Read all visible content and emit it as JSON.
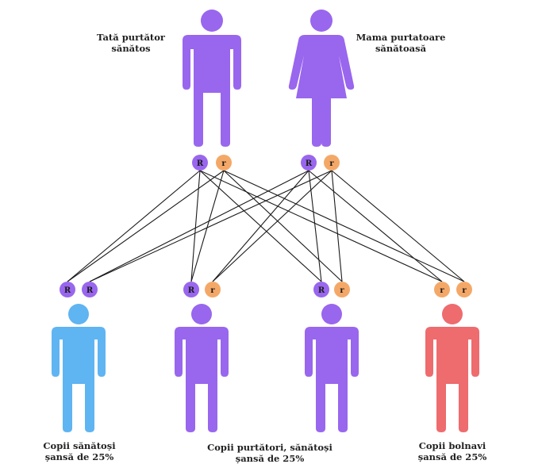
{
  "colors": {
    "carrier": "#9966EE",
    "recessive": "#F4A868",
    "healthy": "#5FB4F2",
    "sick": "#EE6B6E",
    "line": "#1a1a1a"
  },
  "parents": {
    "father": {
      "label_line1": "Tată purtător",
      "label_line2": "sănătos",
      "alleles": [
        "R",
        "r"
      ],
      "icon": "male-figure-icon"
    },
    "mother": {
      "label_line1": "Mama purtatoare",
      "label_line2": "sănătoasă",
      "alleles": [
        "R",
        "r"
      ],
      "icon": "female-figure-icon"
    }
  },
  "children": [
    {
      "alleles": [
        "R",
        "R"
      ],
      "status": "healthy"
    },
    {
      "alleles": [
        "R",
        "r"
      ],
      "status": "carrier"
    },
    {
      "alleles": [
        "R",
        "r"
      ],
      "status": "carrier"
    },
    {
      "alleles": [
        "r",
        "r"
      ],
      "status": "sick"
    }
  ],
  "captions": {
    "healthy": {
      "line1": "Copii sănătoși",
      "line2": "șansă de 25%"
    },
    "carrier": {
      "line1": "Copii purtători, sănătoși",
      "line2": "șansă de 25%"
    },
    "sick": {
      "line1": "Copii bolnavi",
      "line2": "șansă de 25%"
    }
  }
}
